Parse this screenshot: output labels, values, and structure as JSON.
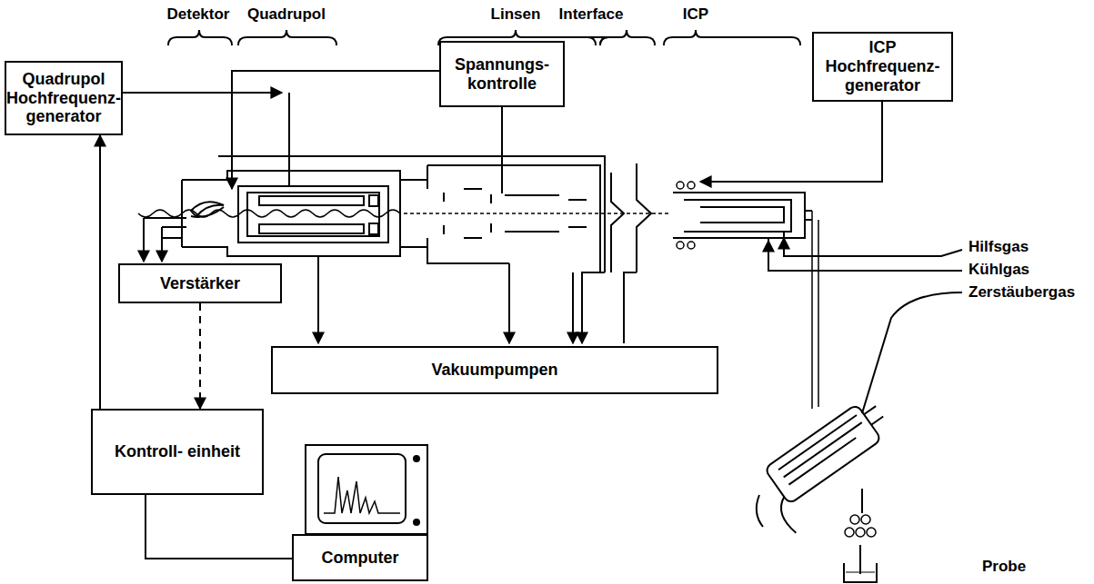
{
  "diagram": {
    "nodes": [
      {
        "text": [
          "Quadrupol Hochfrequenz- generator"
        ]
      },
      {
        "text": [
          "Spannungs- kontrolle"
        ]
      },
      {
        "text": [
          "ICP Hochfrequenz- generator"
        ]
      },
      {
        "text": [
          "Verstärker"
        ]
      },
      {
        "text": [
          "Vakuumpumpen"
        ]
      },
      {
        "text": [
          "Kontroll- einheit"
        ]
      },
      {
        "text": [
          "Computer"
        ]
      }
    ],
    "edges": [
      {
        "from": 5,
        "to": 0,
        "arrow": "to"
      },
      {
        "from": 3,
        "to": 5,
        "arrow": "to"
      },
      {
        "from": 5,
        "to": 6,
        "arrow": "none"
      }
    ],
    "labels": [
      "Detektor",
      "Quadrupol",
      "Linsen",
      "Interface",
      "ICP",
      "Hilfsgas",
      "Kühlgas",
      "Zerstäubergas",
      "Probe"
    ]
  }
}
